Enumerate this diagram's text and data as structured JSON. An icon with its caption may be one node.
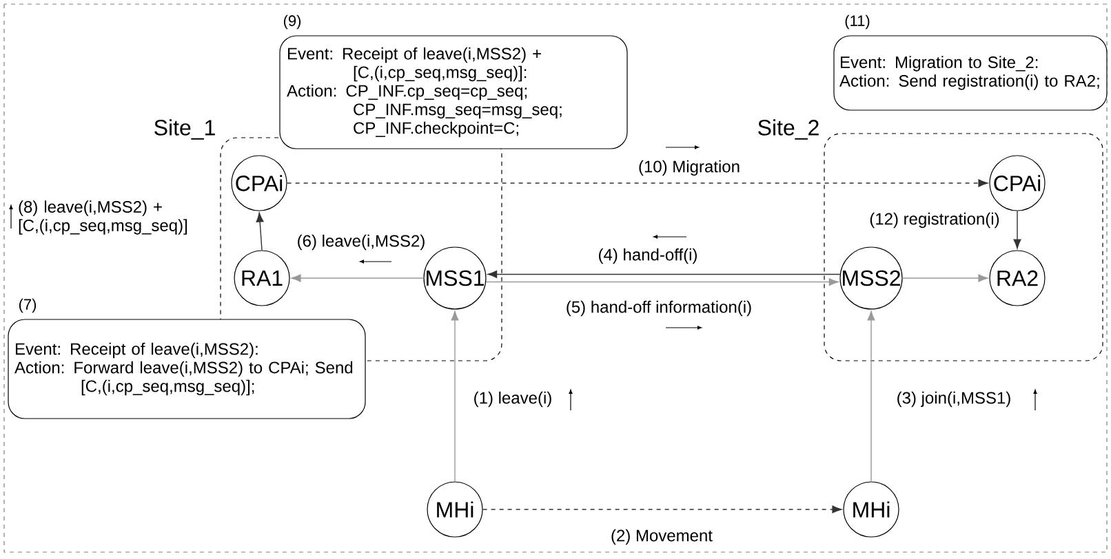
{
  "diagram": {
    "nodes": [
      {
        "text": [
          "Site_1"
        ]
      },
      {
        "text": [
          "Site_2"
        ]
      },
      {
        "text": [
          "CPAi"
        ],
        "in": 0
      },
      {
        "text": [
          "RA1"
        ],
        "in": 0
      },
      {
        "text": [
          "MSS1"
        ],
        "in": 0
      },
      {
        "text": [
          "CPAi"
        ],
        "in": 1
      },
      {
        "text": [
          "MSS2"
        ],
        "in": 1
      },
      {
        "text": [
          "RA2"
        ],
        "in": 1
      },
      {
        "text": [
          "MHi"
        ]
      },
      {
        "text": [
          "MHi"
        ]
      },
      {
        "text": [
          "(9)",
          "Event: Receipt of leave(i,MSS2) + [C,(i,cp_seq,msg_seq)]:",
          "Action: CP_INF.cp_seq=cp_seq; CP_INF.msg_seq=msg_seq; CP_INF.checkpoint=C;"
        ]
      },
      {
        "text": [
          "(11)",
          "Event: Migration to Site_2:",
          "Action: Send registration(i) to RA2;"
        ]
      },
      {
        "text": [
          "(7)",
          "Event: Receipt of leave(i,MSS2):",
          "Action: Forward leave(i,MSS2) to CPAi; Send [C,(i,cp_seq,msg_seq)];"
        ]
      }
    ],
    "edges": [
      {
        "from": 8,
        "to": 4,
        "arrow": "to",
        "label": "(1) leave(i)"
      },
      {
        "from": 8,
        "to": 9,
        "arrow": "to",
        "label": "(2) Movement",
        "style": "dashed",
        "color": "#333333"
      },
      {
        "from": 9,
        "to": 6,
        "arrow": "to",
        "label": "(3) join(i,MSS1)"
      },
      {
        "from": 6,
        "to": 4,
        "arrow": "to",
        "label": "(4) hand-off(i)",
        "color": "#333333"
      },
      {
        "from": 4,
        "to": 6,
        "arrow": "to",
        "label": "(5) hand-off information(i)"
      },
      {
        "from": 4,
        "to": 3,
        "arrow": "to",
        "label": "(6) leave(i,MSS2)"
      },
      {
        "from": 3,
        "to": 2,
        "arrow": "to",
        "label": "(8) leave(i,MSS2) + [C,(i,cp_seq,msg_seq)]",
        "color": "#333333"
      },
      {
        "from": 2,
        "to": 5,
        "arrow": "to",
        "label": "(10) Migration",
        "style": "dashed",
        "color": "#333333"
      },
      {
        "from": 5,
        "to": 7,
        "arrow": "to",
        "label": "(12) registration(i)",
        "color": "#333333"
      },
      {
        "from": 6,
        "to": 7,
        "arrow": "to"
      }
    ]
  }
}
